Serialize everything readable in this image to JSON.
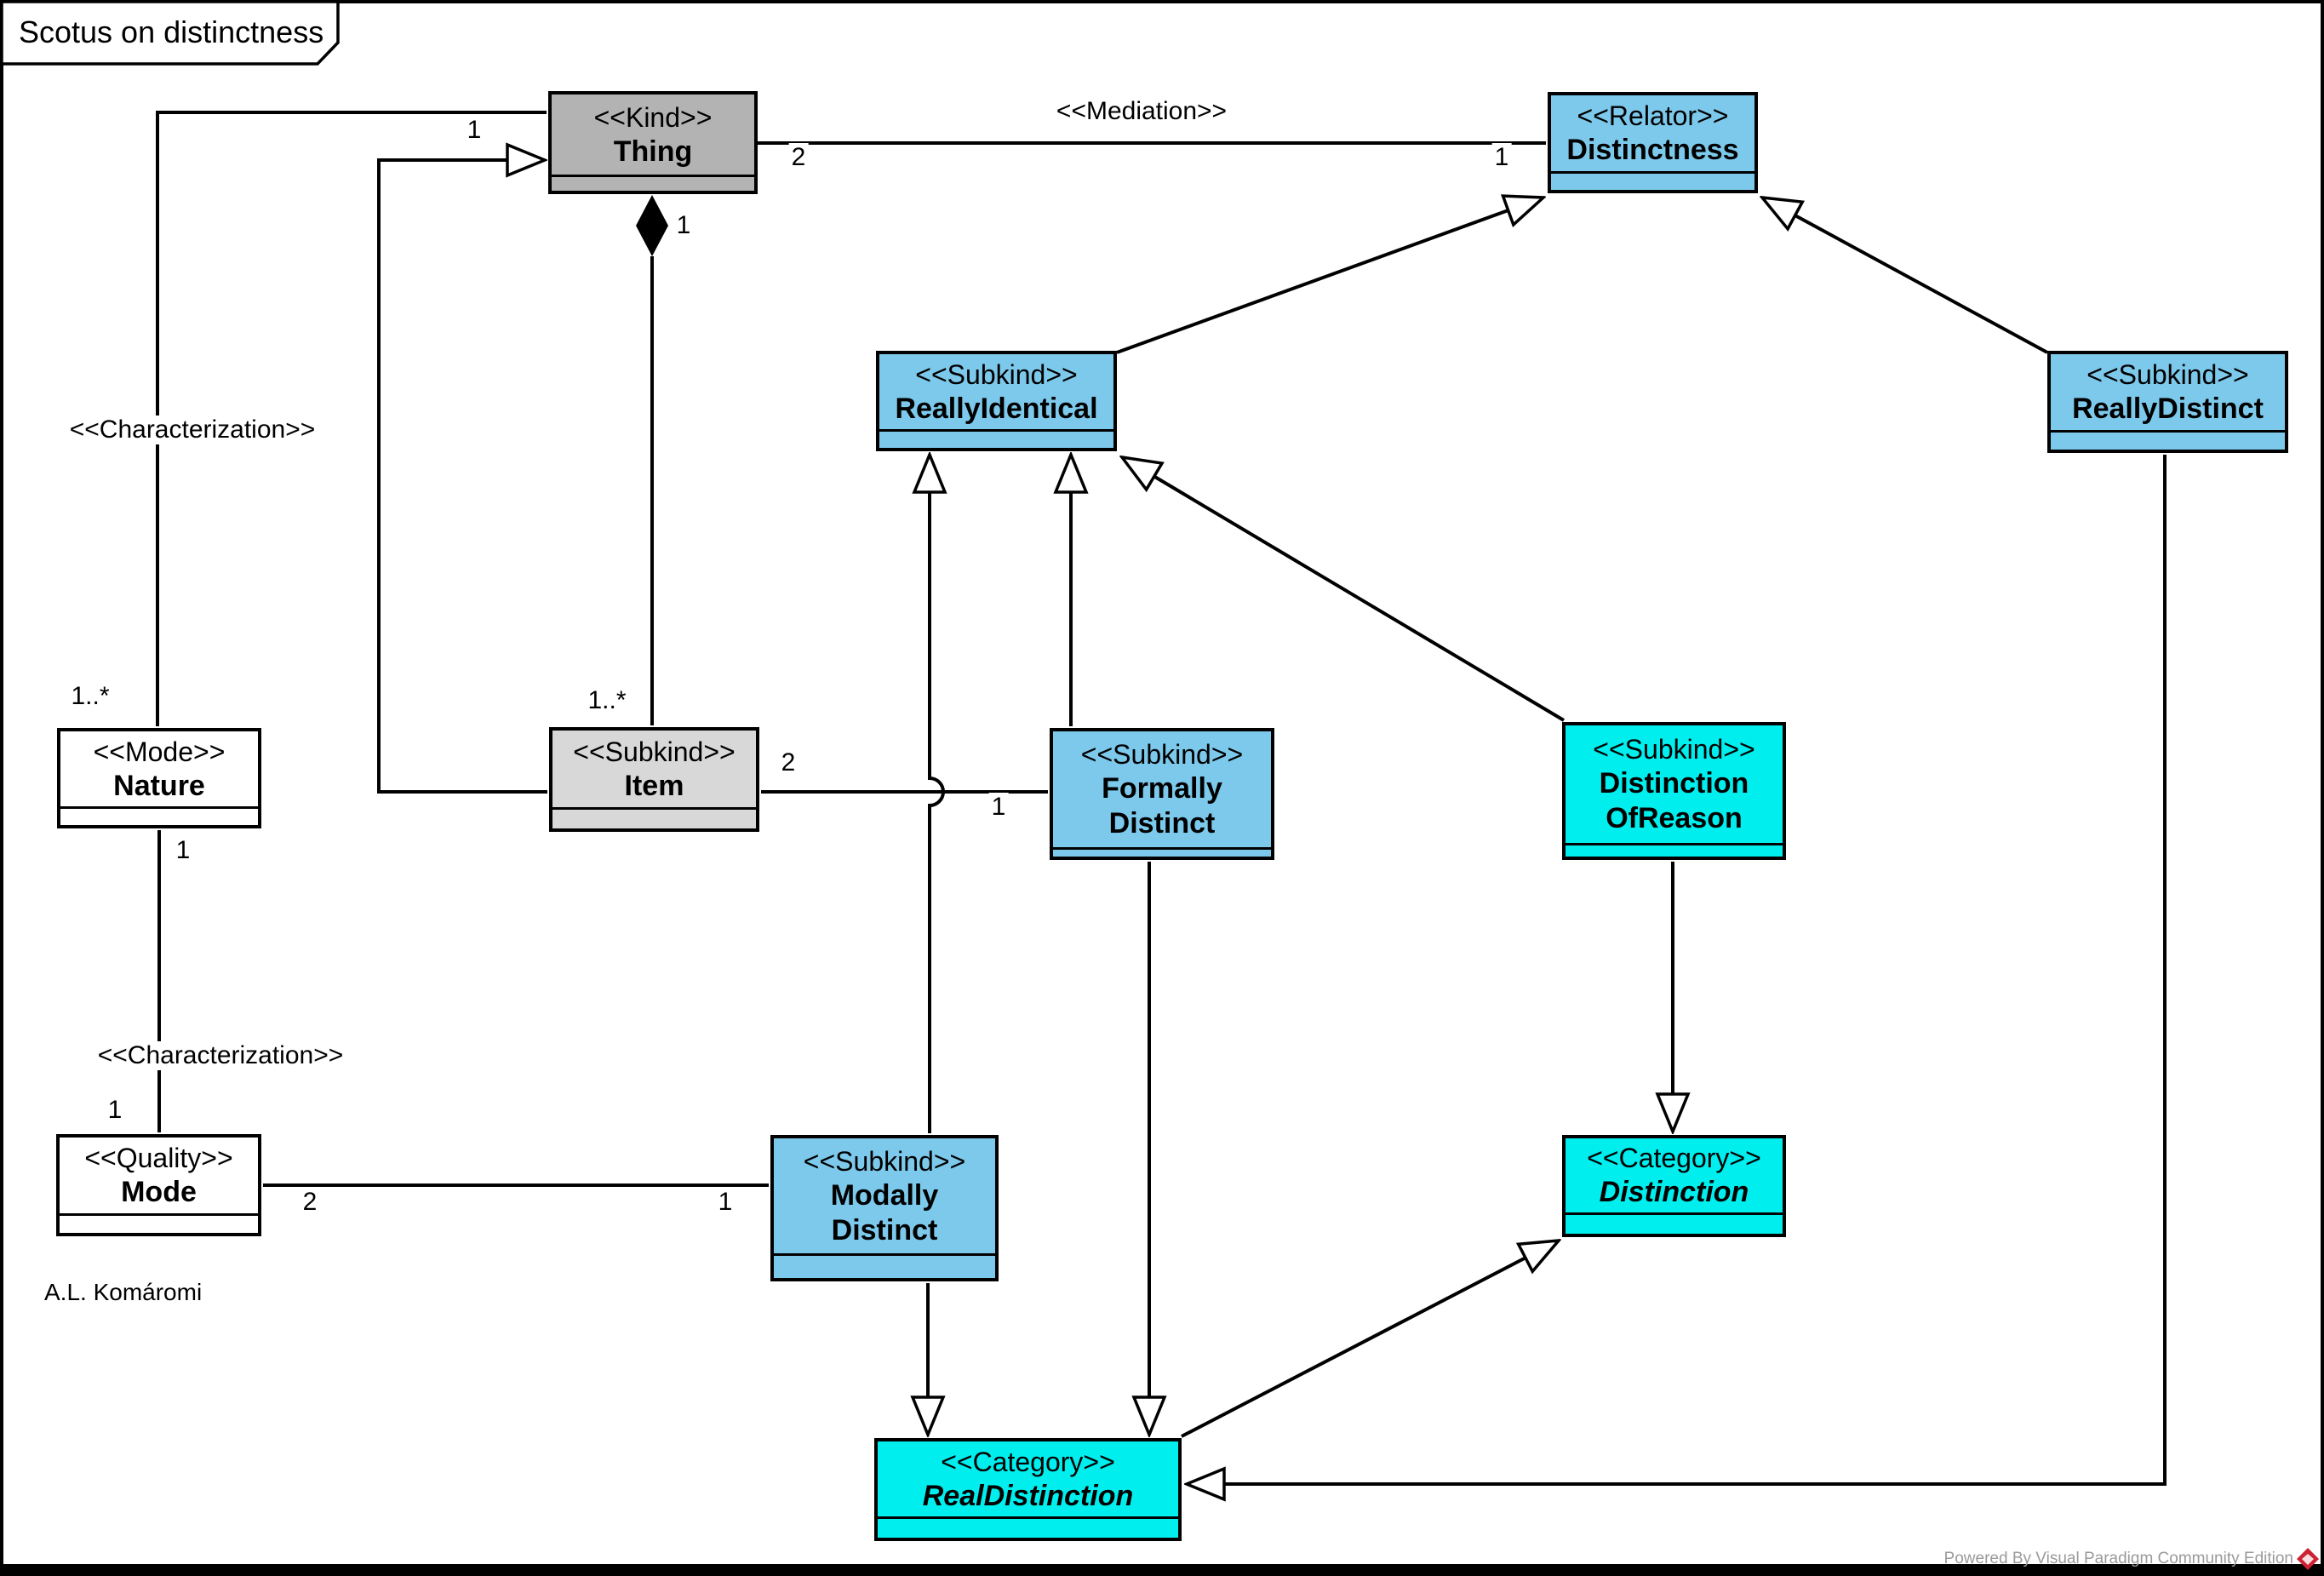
{
  "diagram": {
    "title": "Scotus on distinctness",
    "author": "A.L. Komáromi",
    "watermark": "Powered By Visual Paradigm Community Edition"
  },
  "colors": {
    "blue": "#7CC9EC",
    "cyan": "#00EEEE",
    "gray_dark": "#B3B3B3",
    "gray_light": "#D8D8D8",
    "white": "#FFFFFF",
    "line": "#000000",
    "watermark_red": "#CC2233"
  },
  "classes": {
    "thing": {
      "stereotype": "<<Kind>>",
      "name": "Thing"
    },
    "distinctness": {
      "stereotype": "<<Relator>>",
      "name": "Distinctness"
    },
    "really_identical": {
      "stereotype": "<<Subkind>>",
      "name": "ReallyIdentical"
    },
    "really_distinct": {
      "stereotype": "<<Subkind>>",
      "name": "ReallyDistinct"
    },
    "nature": {
      "stereotype": "<<Mode>>",
      "name": "Nature"
    },
    "item": {
      "stereotype": "<<Subkind>>",
      "name": "Item"
    },
    "formally_distinct": {
      "stereotype": "<<Subkind>>",
      "name": "Formally\nDistinct"
    },
    "distinction_of_reason": {
      "stereotype": "<<Subkind>>",
      "name": "Distinction\nOfReason"
    },
    "mode": {
      "stereotype": "<<Quality>>",
      "name": "Mode"
    },
    "modally_distinct": {
      "stereotype": "<<Subkind>>",
      "name": "Modally\nDistinct"
    },
    "distinction": {
      "stereotype": "<<Category>>",
      "name": "Distinction"
    },
    "real_distinction": {
      "stereotype": "<<Category>>",
      "name": "RealDistinction"
    }
  },
  "edge_labels": {
    "char_upper": "<<Characterization>>",
    "char_lower": "<<Characterization>>",
    "mediation": "<<Mediation>>",
    "m_thing_char": "1",
    "m_nature_upper": "1..*",
    "m_nature_lower": "1",
    "m_mode_upper": "1",
    "m_mode_right": "2",
    "m_md_left": "1",
    "m_thing_comp": "1",
    "m_item_upper": "1..*",
    "m_thing_med": "2",
    "m_distinctness_med": "1",
    "m_item_right": "2",
    "m_fd_left": "1"
  }
}
